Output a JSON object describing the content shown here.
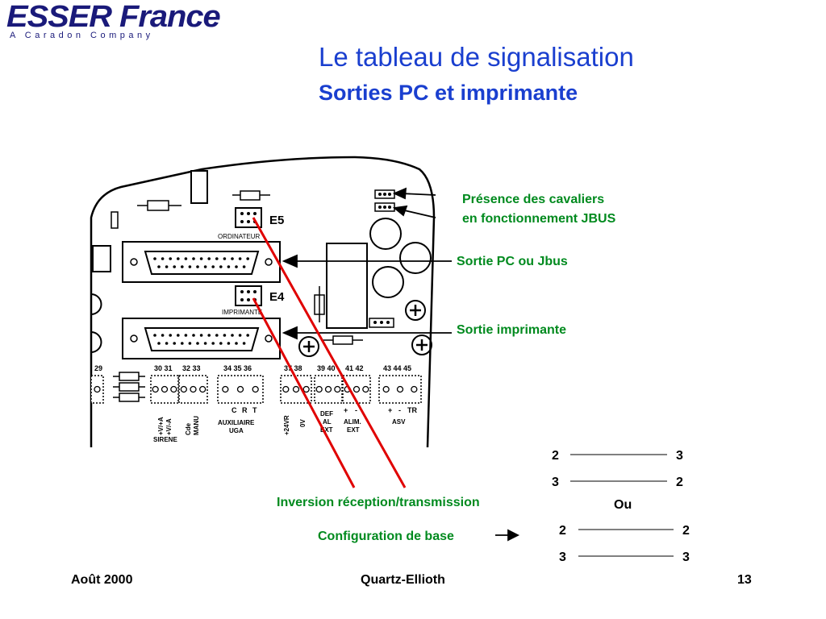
{
  "logo": {
    "main": "ESSER France",
    "tagline": "A Caradon Company"
  },
  "title": "Le tableau de signalisation",
  "subtitle": "Sorties PC et imprimante",
  "board": {
    "e5": "E5",
    "e4": "E4",
    "ordinateur": "ORDINATEUR",
    "imprimante": "IMPRIMANTE",
    "terminals": [
      "29",
      "30 31",
      "32 33",
      "34 35 36",
      "37 38",
      "39 40",
      "41 42",
      "43 44 45"
    ],
    "group_labels": [
      "SIRENE",
      "AUXILIAIRE",
      "UGA",
      "DEF",
      "AL",
      "EXT",
      "ALIM.",
      "EXT",
      "ASV"
    ],
    "vertical_labels": [
      "+V/+A",
      "+V/-A",
      "Cde",
      "MANU",
      "+24VR",
      "0V"
    ],
    "crt": [
      "C",
      "R",
      "T"
    ],
    "pm": [
      "+",
      "-",
      "+",
      "-",
      "TR"
    ]
  },
  "annotations": {
    "jumpers_line1": "Présence des cavaliers",
    "jumpers_line2": "en fonctionnement JBUS",
    "pc_output": "Sortie PC ou Jbus",
    "printer_output": "Sortie imprimante",
    "inversion": "Inversion réception/transmission",
    "base_config": "Configuration de base"
  },
  "wiring": {
    "crossed": [
      [
        "2",
        "3"
      ],
      [
        "3",
        "2"
      ]
    ],
    "separator": "Ou",
    "straight": [
      [
        "2",
        "2"
      ],
      [
        "3",
        "3"
      ]
    ]
  },
  "footer": {
    "date": "Août 2000",
    "center": "Quartz-Ellioth",
    "page": "13"
  },
  "colors": {
    "title": "#1a3fcf",
    "annotation": "#008a1e",
    "pointer": "#e00000",
    "logo": "#1a1a7a"
  }
}
